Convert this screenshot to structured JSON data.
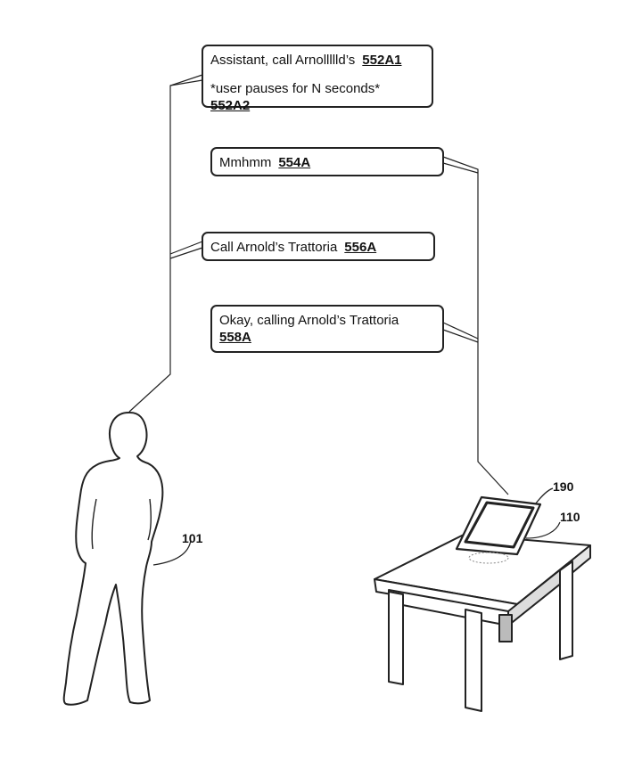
{
  "bubbles": [
    {
      "text": "Assistant, call Arnollllld’s",
      "ref": "552A1"
    },
    {
      "text": "*user pauses for N seconds*",
      "ref": "552A2"
    },
    {
      "text": "Mmhmm",
      "ref": "554A"
    },
    {
      "text": "Call Arnold’s Trattoria",
      "ref": "556A"
    },
    {
      "text": "Okay, calling Arnold’s Trattoria",
      "ref": "558A"
    }
  ],
  "labels": {
    "user": "101",
    "device": "190",
    "display": "110"
  }
}
